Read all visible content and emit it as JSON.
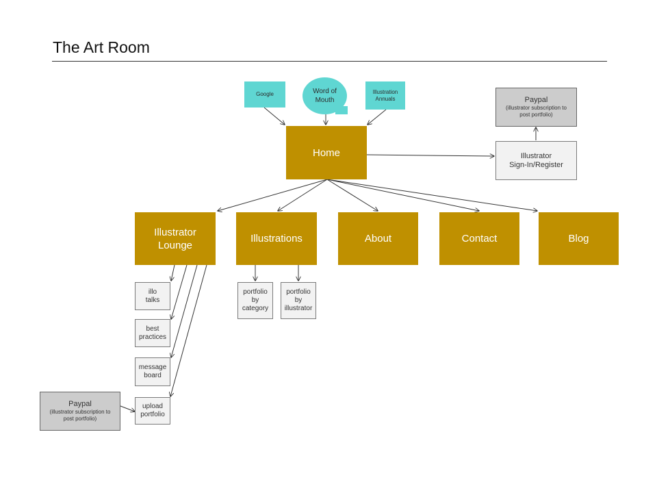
{
  "title": "The Art Room",
  "nodes": {
    "google": "Google",
    "word_of_mouth": "Word of\nMouth",
    "illustration_annuals": "Illustration\nAnnuals",
    "home": "Home",
    "paypal_top": {
      "title": "Paypal",
      "subtitle": "(illustrator subscription to\npost portfolio)"
    },
    "illustrator_sign_in": "Illustrator\nSign-In/Register",
    "illustrator_lounge": "Illustrator\nLounge",
    "illustrations": "Illustrations",
    "about": "About",
    "contact": "Contact",
    "blog": "Blog",
    "illo_talks": "illo\ntalks",
    "best_practices": "best\npractices",
    "message_board": "message\nboard",
    "upload_portfolio": "upload\nportfolio",
    "portfolio_by_category": "portfolio\nby\ncategory",
    "portfolio_by_illustrator": "portfolio\nby\nillustrator",
    "paypal_bottom": {
      "title": "Paypal",
      "subtitle": "(illustrator subscription to\npost portfolio)"
    }
  },
  "colors": {
    "gold": "#bf9000",
    "cyan": "#5fd6d2",
    "light_box": "#f2f2f2",
    "gray_box": "#cccccc"
  }
}
